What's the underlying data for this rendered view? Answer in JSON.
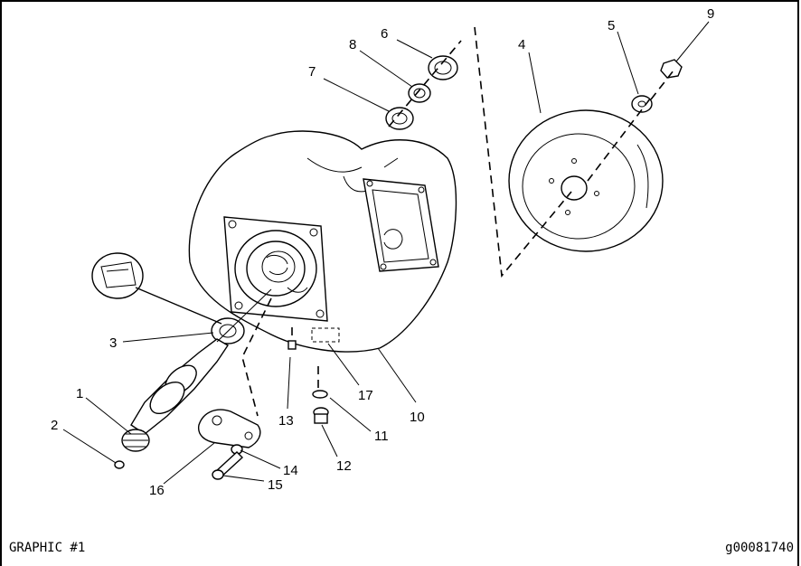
{
  "figure": {
    "caption": "GRAPHIC #1",
    "image_id": "g00081740",
    "callouts": {
      "c1": "1",
      "c2": "2",
      "c3": "3",
      "c4": "4",
      "c5": "5",
      "c6": "6",
      "c7": "7",
      "c8": "8",
      "c9": "9",
      "c10": "10",
      "c11": "11",
      "c12": "12",
      "c13": "13",
      "c14": "14",
      "c15": "15",
      "c16": "16",
      "c17": "17"
    }
  }
}
